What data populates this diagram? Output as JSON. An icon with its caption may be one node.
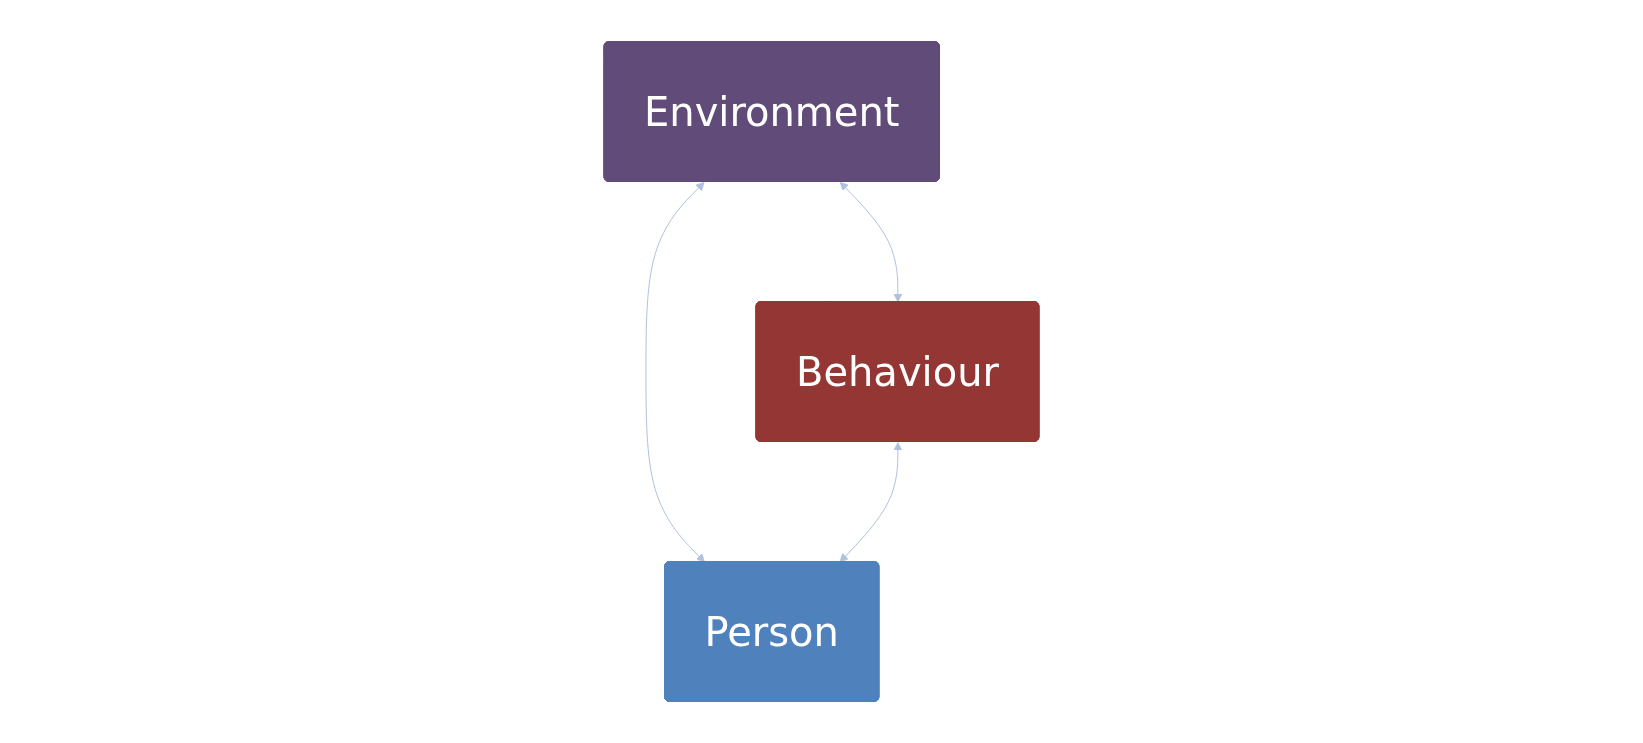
{
  "diagram": {
    "nodes": [
      {
        "text": [
          "Environment"
        ]
      },
      {
        "text": [
          "Behaviour"
        ]
      },
      {
        "text": [
          "Person"
        ]
      }
    ],
    "edges": [
      {
        "from": 0,
        "to": 1,
        "arrow": "both"
      },
      {
        "from": 0,
        "to": 2,
        "arrow": "both"
      },
      {
        "from": 1,
        "to": 2,
        "arrow": "both"
      }
    ]
  }
}
